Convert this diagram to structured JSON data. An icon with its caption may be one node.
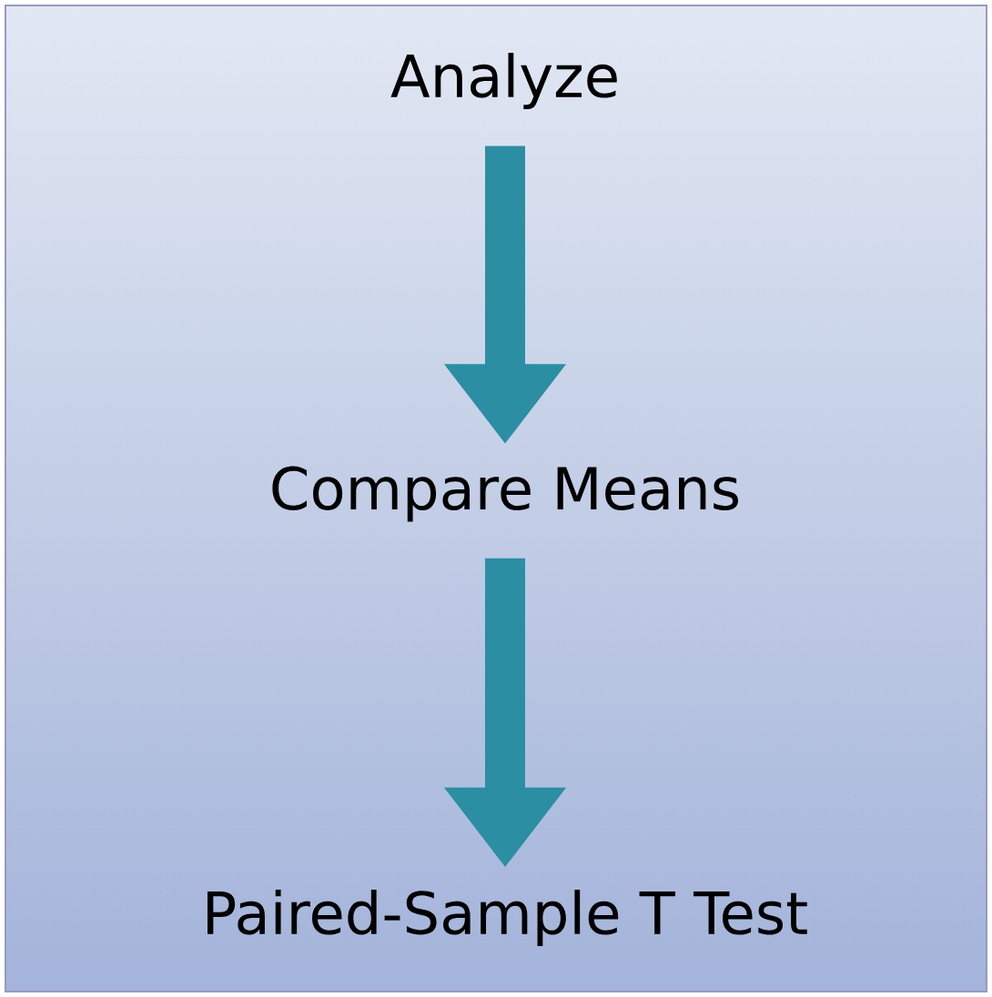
{
  "diagram": {
    "nodes": [
      {
        "text": [],
        "shape": "box"
      },
      {
        "text": [
          "Analyze"
        ],
        "in": 0
      },
      {
        "text": [
          "Compare Means"
        ],
        "in": 0
      },
      {
        "text": [
          "Paired-Sample T Test"
        ],
        "in": 0
      }
    ],
    "edges": [
      {
        "from": 1,
        "to": 2,
        "arrow": "to"
      },
      {
        "from": 2,
        "to": 3,
        "arrow": "to"
      }
    ]
  }
}
